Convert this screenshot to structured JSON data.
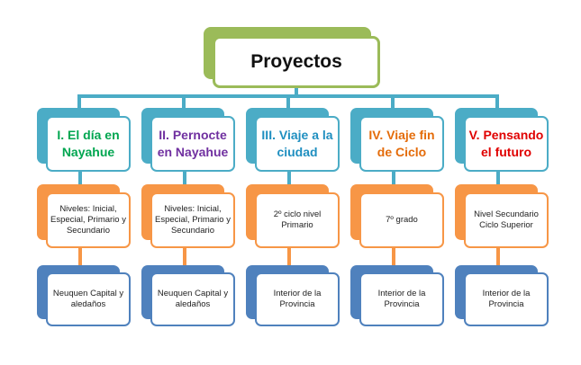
{
  "root": {
    "label": "Proyectos",
    "color": "#9bbb59"
  },
  "connector_color": "#4bacc6",
  "projects": [
    {
      "title": "I. El día en Nayahue",
      "title_color": "#00a650",
      "level2": "Niveles: Inicial, Especial, Primario y Secundario",
      "level3": "Neuquen Capital y aledaños"
    },
    {
      "title": "II. Pernocte en Nayahue",
      "title_color": "#7030a0",
      "level2": "Niveles: Inicial, Especial, Primario y Secundario",
      "level3": "Neuquen Capital y aledaños"
    },
    {
      "title": "III. Viaje a la ciudad",
      "title_color": "#1f8fc0",
      "level2": "2º ciclo nivel Primario",
      "level3": "Interior de la Provincia"
    },
    {
      "title": "IV. Viaje fin de Ciclo",
      "title_color": "#e46c0a",
      "level2": "7º grado",
      "level3": "Interior de la Provincia"
    },
    {
      "title": "V. Pensando el futuro",
      "title_color": "#e00000",
      "level2": "Nivel Secundario Ciclo Superior",
      "level3": "Interior de la Provincia"
    }
  ]
}
